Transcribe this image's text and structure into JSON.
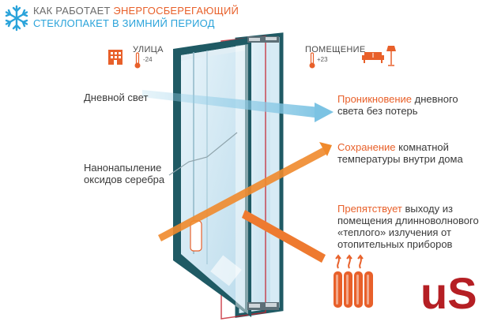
{
  "header": {
    "line1_a": "КАК РАБОТАЕТ",
    "line1_b": "ЭНЕРГОСБЕРЕГАЮЩИЙ",
    "line2_a": "СТЕКЛОПАКЕТ",
    "line2_b": "В ЗИМНИЙ ПЕРИОД"
  },
  "outside": {
    "label": "УЛИЦА",
    "temp": "-24"
  },
  "inside": {
    "label": "ПОМЕЩЕНИЕ",
    "temp": "+23"
  },
  "left_labels": {
    "daylight": "Дневной свет",
    "coating_1": "Нанонапыление",
    "coating_2": "оксидов серебра"
  },
  "right_labels": {
    "p1_head": "Проникновение",
    "p1_rest": " дневного",
    "p1_line2": "света без потерь",
    "p2_head": "Сохранение",
    "p2_rest": " комнатной",
    "p2_line2": "температуры внутри дома",
    "p3_head": "Препятствует",
    "p3_rest": " выходу из",
    "p3_line2": "помещения длинноволнового",
    "p3_line3": "«теплого» излучения от",
    "p3_line4": "отопительных приборов"
  },
  "logo": "uS",
  "colors": {
    "accent_orange": "#e8602a",
    "accent_blue": "#2aa3da",
    "frame": "#1f5a64",
    "glass": "#cfe7f3",
    "logo_red": "#b51f24"
  },
  "icons": [
    "snowflake-icon",
    "building-icon",
    "thermometer-icon",
    "sofa-icon",
    "radiator-icon"
  ]
}
